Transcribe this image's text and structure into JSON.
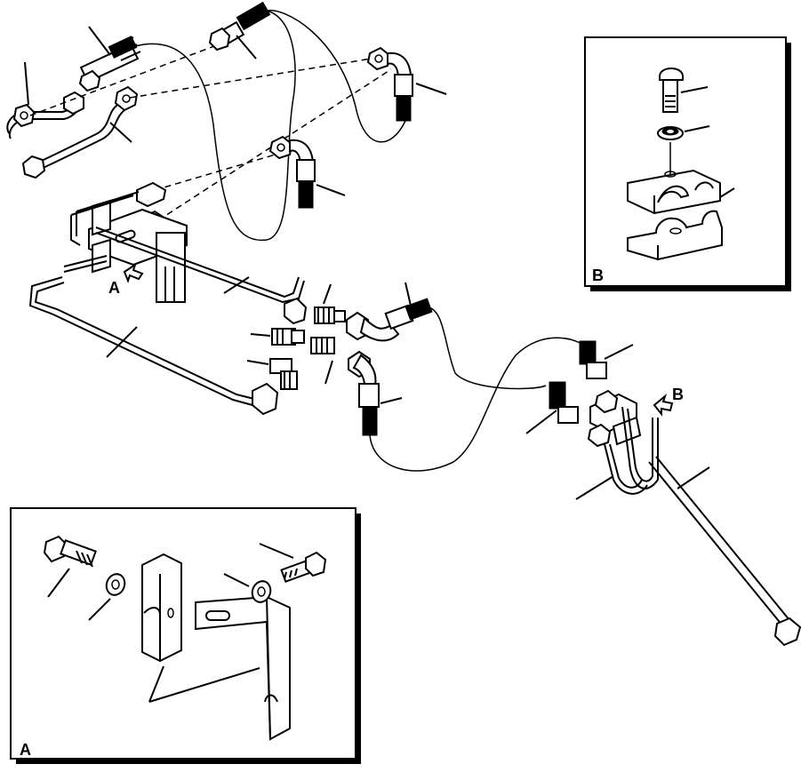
{
  "view_labels": {
    "main_a_pointer": "A",
    "main_b_pointer": "B",
    "inset_a": "A",
    "inset_b": "B"
  },
  "colors": {
    "ink": "#000000",
    "paper": "#ffffff"
  }
}
